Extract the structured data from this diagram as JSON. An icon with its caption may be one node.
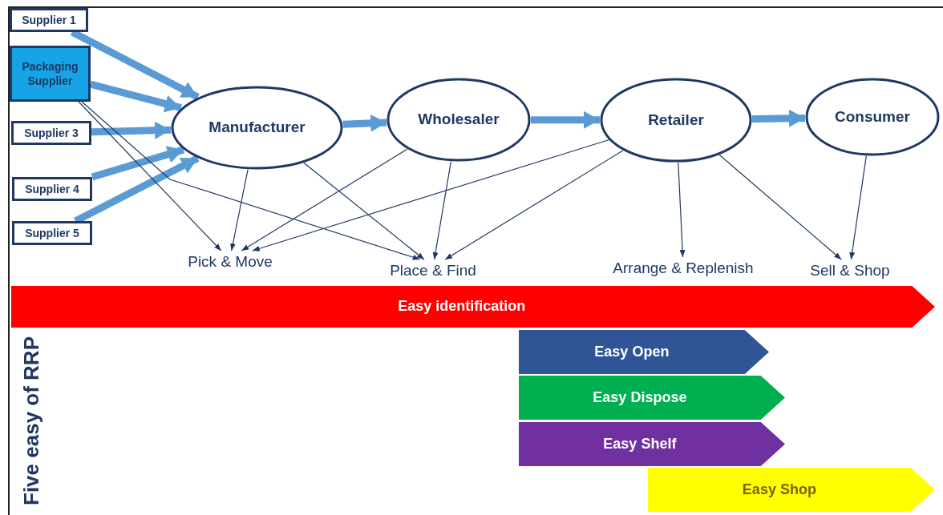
{
  "diagram": {
    "nodes": [
      {
        "text": [
          "Supplier 1"
        ]
      },
      {
        "text": [
          "Packaging Supplier"
        ]
      },
      {
        "text": [
          "Supplier 3"
        ]
      },
      {
        "text": [
          "Supplier 4"
        ]
      },
      {
        "text": [
          "Supplier 5"
        ]
      },
      {
        "text": [
          "Manufacturer"
        ]
      },
      {
        "text": [
          "Wholesaler"
        ]
      },
      {
        "text": [
          "Retailer"
        ]
      },
      {
        "text": [
          "Consumer"
        ]
      },
      {
        "text": [
          "Pick & Move"
        ]
      },
      {
        "text": [
          "Place & Find"
        ]
      },
      {
        "text": [
          "Arrange & Replenish"
        ]
      },
      {
        "text": [
          "Sell & Shop"
        ]
      },
      {
        "text": [
          "Easy identification"
        ]
      },
      {
        "text": [
          "Easy Open"
        ]
      },
      {
        "text": [
          "Easy Dispose"
        ]
      },
      {
        "text": [
          "Easy Shelf"
        ]
      },
      {
        "text": [
          "Easy Shop"
        ]
      }
    ],
    "edges": [
      {
        "from": 0,
        "to": 5,
        "arrow": "to",
        "style": "thick",
        "color": "#5b9bd5"
      },
      {
        "from": 1,
        "to": 5,
        "arrow": "to",
        "style": "thick",
        "color": "#5b9bd5"
      },
      {
        "from": 2,
        "to": 5,
        "arrow": "to",
        "style": "thick",
        "color": "#5b9bd5"
      },
      {
        "from": 3,
        "to": 5,
        "arrow": "to",
        "style": "thick",
        "color": "#5b9bd5"
      },
      {
        "from": 4,
        "to": 5,
        "arrow": "to",
        "style": "thick",
        "color": "#5b9bd5"
      },
      {
        "from": 5,
        "to": 6,
        "arrow": "to",
        "style": "thick",
        "color": "#5b9bd5"
      },
      {
        "from": 6,
        "to": 7,
        "arrow": "to",
        "style": "thick",
        "color": "#5b9bd5"
      },
      {
        "from": 7,
        "to": 8,
        "arrow": "to",
        "style": "thick",
        "color": "#5b9bd5"
      },
      {
        "from": 1,
        "to": 9,
        "arrow": "to"
      },
      {
        "from": 1,
        "to": 10,
        "arrow": "to"
      },
      {
        "from": 5,
        "to": 9,
        "arrow": "to"
      },
      {
        "from": 5,
        "to": 10,
        "arrow": "to"
      },
      {
        "from": 6,
        "to": 9,
        "arrow": "to"
      },
      {
        "from": 6,
        "to": 10,
        "arrow": "to"
      },
      {
        "from": 7,
        "to": 9,
        "arrow": "to"
      },
      {
        "from": 7,
        "to": 10,
        "arrow": "to"
      },
      {
        "from": 7,
        "to": 11,
        "arrow": "to"
      },
      {
        "from": 7,
        "to": 12,
        "arrow": "to"
      },
      {
        "from": 8,
        "to": 12,
        "arrow": "to"
      }
    ],
    "labels": [
      "Five easy of RRP"
    ]
  }
}
